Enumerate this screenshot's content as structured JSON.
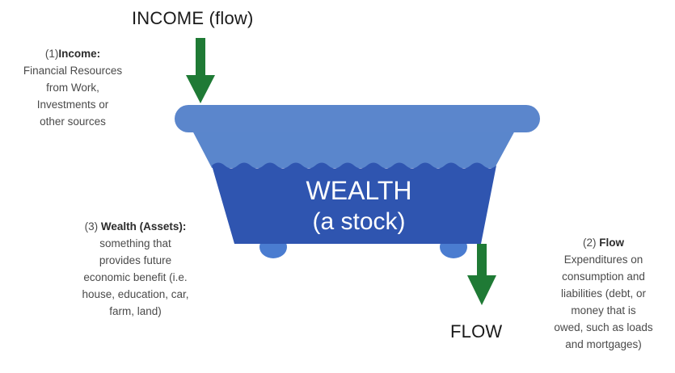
{
  "title_income": "INCOME (flow)",
  "title_flow": "FLOW",
  "stock_label_line1": "WEALTH",
  "stock_label_line2": "(a stock)",
  "note_income": {
    "number": "(1)",
    "heading": "Income:",
    "lines": [
      "Financial Resources",
      "from Work,",
      "Investments or",
      "other sources"
    ]
  },
  "note_wealth": {
    "number": "(3)",
    "heading": "Wealth",
    "heading_rest": "(Assets):",
    "lines": [
      "something that",
      "provides future",
      "economic benefit (i.e.",
      "house, education, car,",
      "farm, land)"
    ]
  },
  "note_flow": {
    "number": "(2)",
    "heading": "Flow",
    "lines": [
      "Expenditures on",
      "consumption and",
      "liabilities (debt, or",
      "money that is",
      "owed, such as loads",
      "and mortgages)"
    ]
  },
  "colors": {
    "arrow": "#1f7a35",
    "tub_rim": "#5b86cc",
    "tub_upper": "#5a86cc",
    "tub_water": "#2f55b0",
    "feet": "#4a7cd0"
  }
}
